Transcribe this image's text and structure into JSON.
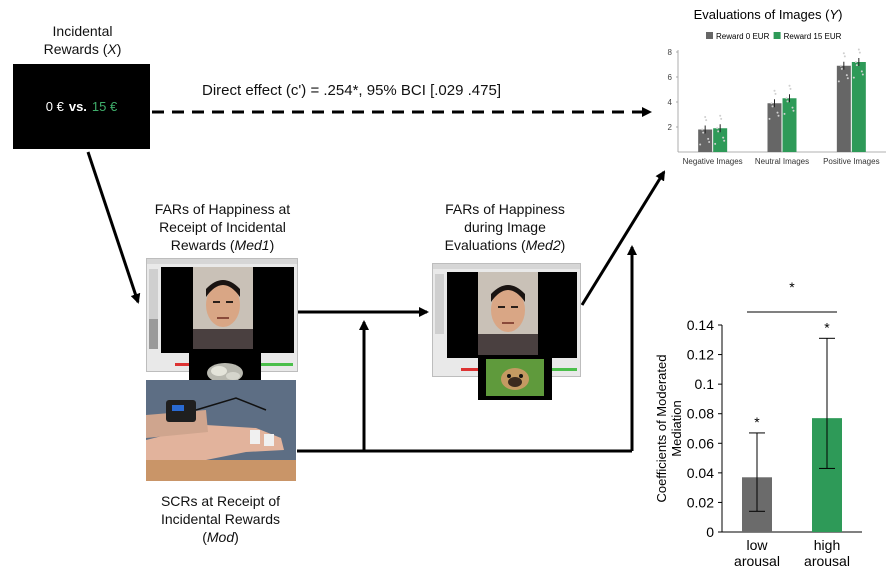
{
  "nodes": {
    "x_label": {
      "line1": "Incidental",
      "line2": "Rewards (",
      "var": "X",
      "close": ")"
    },
    "x_box": {
      "left": "0 €",
      "vs": "vs.",
      "right": "15 €"
    },
    "med1": {
      "line1": "FARs of Happiness at",
      "line2": "Receipt of Incidental",
      "line3": "Rewards (",
      "var": "Med1",
      "close": ")"
    },
    "med2": {
      "line1": "FARs of Happiness",
      "line2": "during Image",
      "line3": "Evaluations (",
      "var": "Med2",
      "close": ")"
    },
    "mod": {
      "line1": "SCRs at Receipt of",
      "line2": "Incidental Rewards",
      "line3": "(",
      "var": "Mod",
      "close": ")"
    }
  },
  "direct_effect": "Direct effect (c') = .254*, 95% BCI [.029 .475]",
  "chart_data": [
    {
      "type": "bar",
      "title": "Evaluations of Images (",
      "title_var": "Y",
      "title_close": ")",
      "categories": [
        "Negative Images",
        "Neutral Images",
        "Positive Images"
      ],
      "series": [
        {
          "name": "Reward 0 EUR",
          "values": [
            1.8,
            3.9,
            6.9
          ],
          "color": "#666666"
        },
        {
          "name": "Reward 15 EUR",
          "values": [
            1.9,
            4.3,
            7.2
          ],
          "color": "#2e9a58"
        }
      ],
      "ylim": [
        0,
        8
      ],
      "yticks": [
        "2",
        "4",
        "6",
        "8"
      ],
      "legend": "top-center"
    },
    {
      "type": "bar",
      "title": "",
      "categories": [
        "low arousal",
        "high arousal"
      ],
      "category_lines": [
        [
          "low",
          "arousal"
        ],
        [
          "high",
          "arousal"
        ]
      ],
      "values": [
        0.037,
        0.077
      ],
      "error_low": [
        0.014,
        0.043
      ],
      "error_high": [
        0.067,
        0.131
      ],
      "colors": [
        "#6b6b6b",
        "#2e9a58"
      ],
      "ylabel_lines": [
        "Coefficients of Moderated",
        "Mediation"
      ],
      "ylim": [
        0,
        0.14
      ],
      "yticks": [
        "0",
        "0.02",
        "0.04",
        "0.06",
        "0.08",
        "0.1",
        "0.12",
        "0.14"
      ],
      "significance": "*"
    }
  ]
}
